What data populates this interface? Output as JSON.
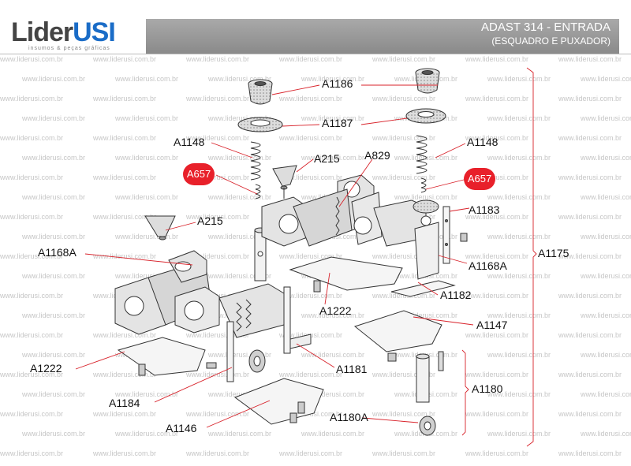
{
  "header": {
    "logo_main": "Lider",
    "logo_accent": "USI",
    "logo_tagline": "insumos & peças gráficas",
    "title": "ADAST 314 - ENTRADA",
    "subtitle": "(ESQUADRO E PUXADOR)"
  },
  "watermark_text": "www.liderusi.com.br",
  "parts": {
    "a1186": "A1186",
    "a1187": "A1187",
    "a1148_left": "A1148",
    "a1148_right": "A1148",
    "a215_top": "A215",
    "a215_left": "A215",
    "a829": "A829",
    "a657_left": "A657",
    "a657_right": "A657",
    "a1183": "A1183",
    "a1168a_left": "A1168A",
    "a1168a_right": "A1168A",
    "a1175": "A1175",
    "a1222_center": "A1222",
    "a1222_left": "A1222",
    "a1182": "A1182",
    "a1147": "A1147",
    "a1181": "A1181",
    "a1180": "A1180",
    "a1184": "A1184",
    "a1180a": "A1180A",
    "a1146": "A1146"
  },
  "colors": {
    "banner": "#999999",
    "accent_blue": "#1a6cc7",
    "badge_red": "#e8202a",
    "leader_red": "#d8222a"
  }
}
